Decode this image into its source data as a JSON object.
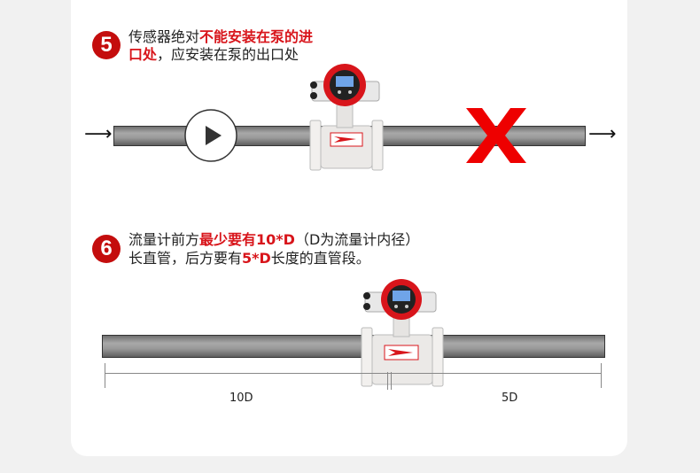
{
  "step5": {
    "number": "5",
    "line1_normal": "传感器绝对",
    "line1_red": "不能安装在泵的进",
    "line2_red": "口处",
    "line2_normal": "，应安装在泵的出口处"
  },
  "step6": {
    "number": "6",
    "line1_normal": "流量计前方",
    "line1_red": "最少要有10*D",
    "line1_tail": "（D为流量计内径）",
    "line2_normal": "长直管，后方要有",
    "line2_red": "5*D",
    "line2_tail": "长度的直管段。"
  },
  "dimensions": {
    "upstream": "10D",
    "downstream": "5D"
  },
  "icons": {
    "flow_in": "arrow-right-icon",
    "flow_out": "arrow-right-icon",
    "pump": "pump-play-icon",
    "forbidden": "red-x-icon"
  },
  "colors": {
    "accent": "#d8151b",
    "badge": "#c40d0d",
    "pipe": "#9a9a9a"
  }
}
